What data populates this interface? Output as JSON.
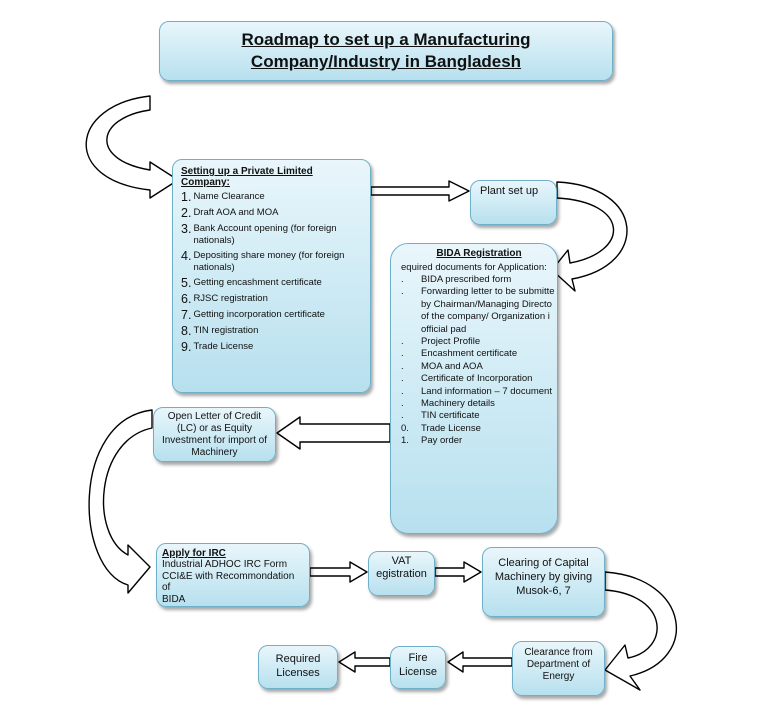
{
  "title": {
    "line1": "Roadmap to set up a Manufacturing ",
    "line2": "Company/Industry in Bangladesh"
  },
  "company": {
    "header": "Setting up a Private Limited Company:",
    "items": [
      {
        "num": "1.",
        "text": "Name Clearance"
      },
      {
        "num": "2.",
        "text": "Draft AOA and MOA"
      },
      {
        "num": "3.",
        "text": "Bank Account opening (for foreign nationals)"
      },
      {
        "num": "4.",
        "text": "Depositing share money (for foreign nationals)"
      },
      {
        "num": "5.",
        "text": "Getting encashment certificate"
      },
      {
        "num": "6.",
        "text": "RJSC registration"
      },
      {
        "num": "7.",
        "text": "Getting incorporation certificate"
      },
      {
        "num": "8.",
        "text": "TIN registration"
      },
      {
        "num": "9.",
        "text": "Trade License"
      }
    ]
  },
  "plant": {
    "label": "Plant set up"
  },
  "bida": {
    "header": "BIDA Registration",
    "sub": "equired documents for Application:",
    "items": [
      {
        "num": ".",
        "text": "BIDA prescribed form"
      },
      {
        "num": ".",
        "text": "Forwarding letter to be submitte"
      },
      {
        "num": "",
        "text": "by Chairman/Managing Directo"
      },
      {
        "num": "",
        "text": "of the company/ Organization i"
      },
      {
        "num": "",
        "text": "official pad"
      },
      {
        "num": ".",
        "text": "Project Profile"
      },
      {
        "num": ".",
        "text": "Encashment  certificate"
      },
      {
        "num": ".",
        "text": "MOA and AOA"
      },
      {
        "num": ".",
        "text": "Certificate of Incorporation"
      },
      {
        "num": ".",
        "text": "Land information – 7 document"
      },
      {
        "num": ".",
        "text": "Machinery details"
      },
      {
        "num": ".",
        "text": "TIN certificate"
      },
      {
        "num": "0.",
        "text": "Trade License"
      },
      {
        "num": "1.",
        "text": "Pay order"
      }
    ]
  },
  "lc": {
    "lines": [
      "Open Letter of Credit",
      "(LC) or as Equity",
      "Investment for import of",
      "Machinery"
    ]
  },
  "irc": {
    "header": "Apply for IRC",
    "lines": [
      "Industrial ADHOC IRC Form",
      "CCI&E with Recommondation of",
      "BIDA"
    ]
  },
  "vat": {
    "lines": [
      "VAT",
      "egistration"
    ]
  },
  "clearing": {
    "lines": [
      "Clearing of Capital",
      "Machinery by giving",
      "Musok-6, 7"
    ]
  },
  "energy": {
    "lines": [
      "Clearance from",
      "Department of",
      "Energy"
    ]
  },
  "fire": {
    "lines": [
      "Fire",
      "License"
    ]
  },
  "required": {
    "lines": [
      "Required",
      "Licenses"
    ]
  }
}
